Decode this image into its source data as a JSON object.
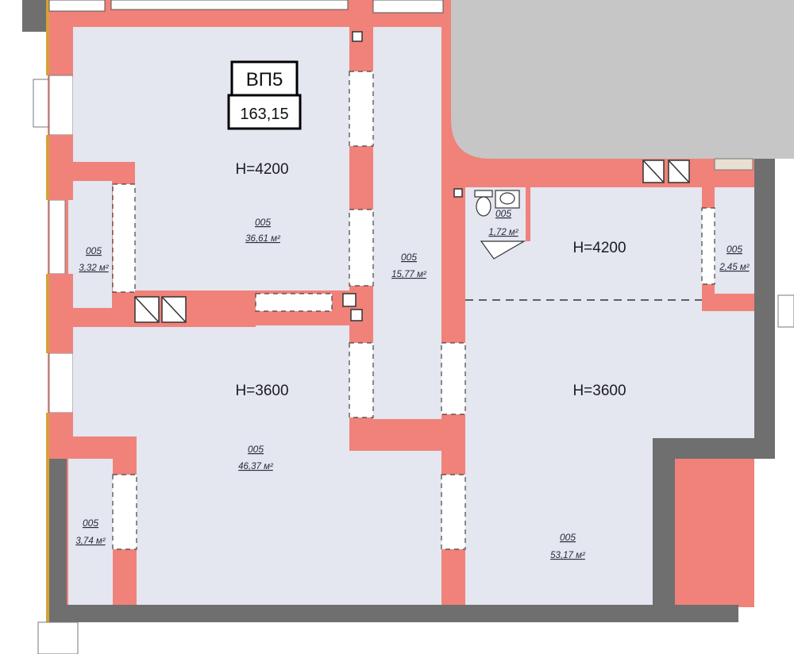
{
  "apartment": {
    "code": "ВП5",
    "total_area": "163,15"
  },
  "ceiling_heights": {
    "upper_left": "H=4200",
    "upper_right": "H=4200",
    "lower_left": "H=3600",
    "lower_right": "H=3600"
  },
  "rooms": [
    {
      "id": "upper-left-hall",
      "code": "005",
      "area": "36,61 м²"
    },
    {
      "id": "left-small-room",
      "code": "005",
      "area": "3,32 м²"
    },
    {
      "id": "corridor",
      "code": "005",
      "area": "15,77 м²"
    },
    {
      "id": "bathroom",
      "code": "005",
      "area": "1,72 м²"
    },
    {
      "id": "right-small-room",
      "code": "005",
      "area": "2,45 м²"
    },
    {
      "id": "lower-left-hall",
      "code": "005",
      "area": "46,37 м²"
    },
    {
      "id": "bottom-left-room",
      "code": "005",
      "area": "3,74 м²"
    },
    {
      "id": "right-hall",
      "code": "005",
      "area": "53,17 м²"
    }
  ],
  "colors": {
    "room_fill": "#e4e6f0",
    "inner_wall": "#f0827a",
    "outer_wall": "#6f6f6f",
    "window_frame": "#d4a23a",
    "masked_area": "#c6c6c6"
  }
}
